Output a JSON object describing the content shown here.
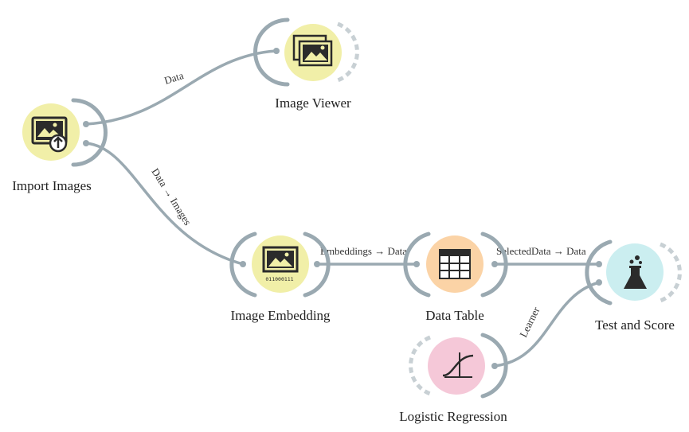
{
  "workflow": {
    "nodes": [
      {
        "id": "import",
        "title": "Import Images",
        "icon": "import-images-icon",
        "color": "#f1efa8",
        "subtext": ""
      },
      {
        "id": "viewer",
        "title": "Image Viewer",
        "icon": "image-viewer-icon",
        "color": "#f1efa8",
        "subtext": ""
      },
      {
        "id": "embed",
        "title": "Image Embedding",
        "icon": "image-embedding-icon",
        "color": "#f1efa8",
        "subtext": "011000111"
      },
      {
        "id": "table",
        "title": "Data Table",
        "icon": "data-table-icon",
        "color": "#fbd3a6",
        "subtext": ""
      },
      {
        "id": "score",
        "title": "Test and Score",
        "icon": "test-and-score-icon",
        "color": "#cbeef0",
        "subtext": ""
      },
      {
        "id": "logreg",
        "title": "Logistic Regression",
        "icon": "logistic-regression-icon",
        "color": "#f5c8d8",
        "subtext": ""
      }
    ],
    "links": [
      {
        "id": "import-viewer",
        "label": "Data"
      },
      {
        "id": "import-embed",
        "label": "Data → Images"
      },
      {
        "id": "embed-table",
        "label": "Embeddings → Data"
      },
      {
        "id": "table-score",
        "label": "SelectedData → Data"
      },
      {
        "id": "logreg-score",
        "label": "Learner"
      }
    ],
    "colors": {
      "link": "#9aa9b1",
      "bracket": "#9aa9b1",
      "icon": "#2b2b2b"
    }
  }
}
